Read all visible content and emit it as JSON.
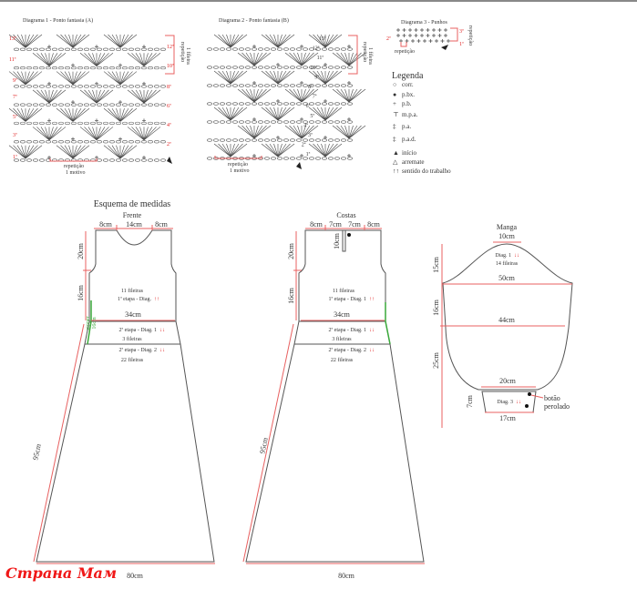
{
  "diagram1": {
    "title": "Diagrama 1 - Ponto fantasia (A)",
    "left_rows": [
      "13ª",
      "11ª",
      "9ª",
      "7ª",
      "5ª",
      "3ª",
      "1ª"
    ],
    "right_rows": [
      "12ª",
      "10ª",
      "8ª",
      "6ª",
      "4ª",
      "2ª"
    ],
    "repeat_row": [
      "repetição",
      "1 fileira"
    ],
    "repeat_motif": [
      "repetição",
      "1 motivo"
    ]
  },
  "diagram2": {
    "title": "Diagrama 2 - Ponto fantasia (B)",
    "rows": [
      "13ª",
      "12ª",
      "11ª",
      "10ª",
      "9ª",
      "8ª",
      "7ª",
      "6ª",
      "5ª",
      "4ª",
      "3ª",
      "2ª",
      "1ª"
    ],
    "repeat_row": [
      "repetição",
      "1 fileira"
    ],
    "repeat_motif": [
      "repetição",
      "1 motivo"
    ]
  },
  "diagram3": {
    "title": "Diagrama 3 - Punhos",
    "rows": [
      "3ª",
      "2ª",
      "1ª"
    ],
    "repeat_row": "repetição",
    "repeat_bottom": "repetição"
  },
  "legend": {
    "title": "Legenda",
    "items": [
      {
        "icon": "chain-oval-icon",
        "symbol": "○",
        "label": "corr."
      },
      {
        "icon": "slip-stitch-dot-icon",
        "symbol": "●",
        "label": "p.bx."
      },
      {
        "icon": "single-crochet-plus-icon",
        "symbol": "+",
        "label": "p.b."
      },
      {
        "icon": "half-double-crochet-icon",
        "symbol": "⊤",
        "label": "m.p.a."
      },
      {
        "icon": "double-crochet-icon",
        "symbol": "‡",
        "label": "p.a."
      },
      {
        "icon": "treble-crochet-icon",
        "symbol": "‡",
        "label": "p.a.d."
      },
      {
        "icon": "start-arrow-icon",
        "symbol": "▲",
        "label": "início"
      },
      {
        "icon": "fasten-off-icon",
        "symbol": "△",
        "label": "arremate"
      },
      {
        "icon": "work-direction-icon",
        "symbol": "↑↑",
        "label": "sentido do trabalho"
      }
    ]
  },
  "schematic": {
    "title": "Esquema de medidas",
    "front": {
      "title": "Frente",
      "shoulder_left": "8cm",
      "neck": "14cm",
      "shoulder_right": "8cm",
      "armhole": "20cm",
      "body": "16cm",
      "zipper": "zipper",
      "zipper_len": "16cm",
      "rows1": "11 fileiras",
      "stage1": "1ª etapa - Diag.",
      "width": "34cm",
      "stage2a": "2ª etapa - Diag. 1",
      "rows2a": "3 fileiras",
      "stage2b": "2ª etapa - Diag. 2",
      "rows2b": "22 fileiras",
      "skirt": "95cm",
      "hem": "80cm"
    },
    "back": {
      "title": "Costas",
      "shoulder_left": "8cm",
      "neck_left": "7cm",
      "neck_right": "7cm",
      "shoulder_right": "8cm",
      "slit": "10cm",
      "armhole": "20cm",
      "body": "16cm",
      "rows1": "11 fileiras",
      "stage1": "1ª etapa - Diag. 1",
      "width": "34cm",
      "stage2a": "2ª etapa - Diag. 1",
      "rows2a": "3 fileiras",
      "stage2b": "2ª etapa - Diag. 2",
      "rows2b": "22 fileiras",
      "skirt": "95cm",
      "hem": "80cm"
    },
    "sleeve": {
      "title": "Manga",
      "top": "10cm",
      "cap_diag": "Diag. 1",
      "cap_rows": "14 fileiras",
      "cap_h": "15cm",
      "upper_w": "50cm",
      "mid_h": "16cm",
      "mid_w": "44cm",
      "low_h": "25cm",
      "wrist_w": "20cm",
      "cuff_diag": "Diag. 3",
      "cuff_h": "7cm",
      "cuff_w": "17cm",
      "button": [
        "botão",
        "perolado"
      ]
    },
    "arrow_down": "↓↓",
    "arrow_up": "↑↑"
  },
  "watermark": "Страна Мам",
  "colors": {
    "accent_red": "#e02020",
    "zipper_green": "#3aa83a",
    "outline": "#555555"
  }
}
